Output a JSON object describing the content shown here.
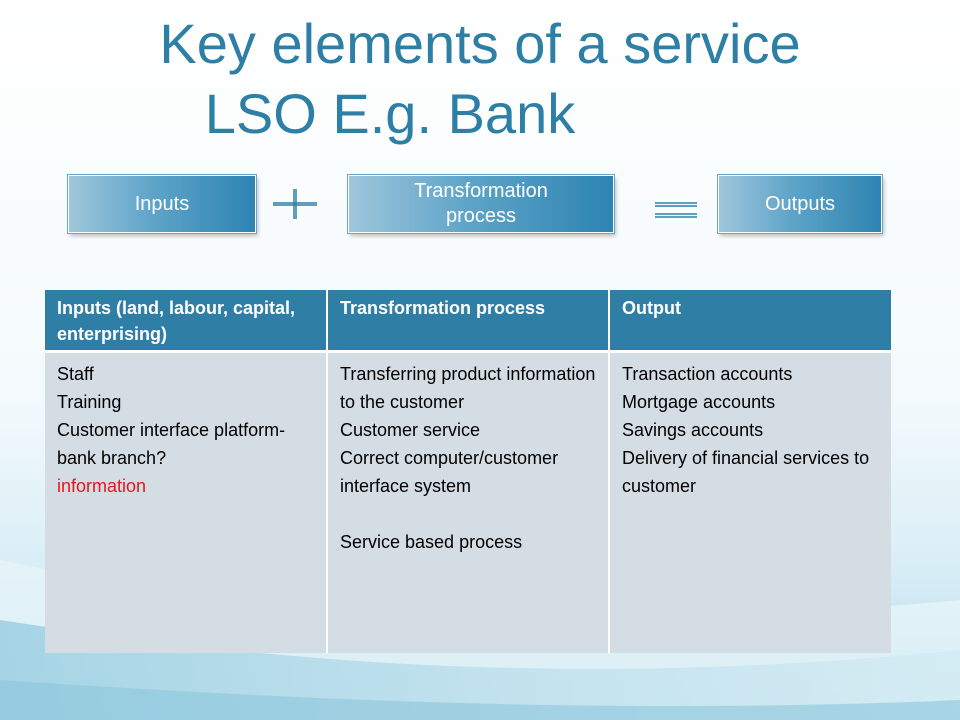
{
  "slide": {
    "title_line1": "Key elements of a service",
    "title_line2": "LSO E.g. Bank",
    "accent_color": "#2e7fa6"
  },
  "flow": {
    "inputs_label": "Inputs",
    "transform_label_line1": "Transformation",
    "transform_label_line2": "process",
    "outputs_label": "Outputs",
    "operator_plus": "plus-sign-icon",
    "operator_equals": "equals-sign-icon"
  },
  "table": {
    "header_color": "#2e7ea5",
    "body_color": "#d5dde4",
    "headers": [
      "Inputs (land, labour, capital, enterprising)",
      "Transformation process",
      "Output"
    ],
    "col1": [
      "Staff",
      "Training",
      "Customer interface platform- bank branch?",
      "information"
    ],
    "col1_highlight_color": "#e8141b",
    "col2": [
      "Transferring product information to the customer",
      "Customer service",
      "Correct computer/customer interface system",
      "",
      "Service based process"
    ],
    "col3": [
      "Transaction accounts",
      "Mortgage accounts",
      "Savings accounts",
      "Delivery of financial services to customer"
    ]
  }
}
